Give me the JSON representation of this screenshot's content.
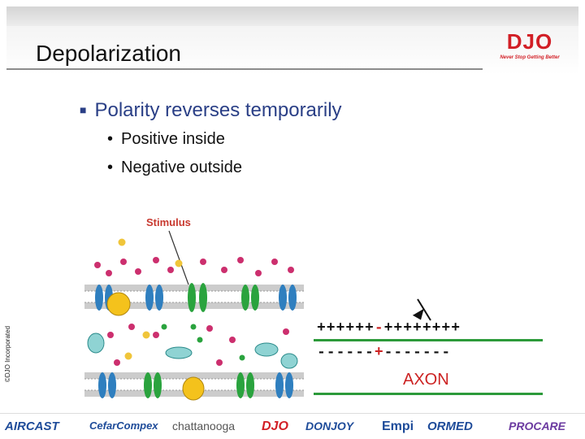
{
  "slide": {
    "title": "Depolarization",
    "bullets": [
      {
        "text": "Polarity reverses temporarily",
        "sub": [
          "Positive inside",
          "Negative outside"
        ]
      }
    ]
  },
  "logo": {
    "text": "DJO",
    "tagline": "Never Stop Getting Better"
  },
  "diagram": {
    "stimulus_label": "Stimulus",
    "axon_label": "AXON",
    "top_row_left": "++++++",
    "top_row_mid": "-",
    "top_row_right": "++++++++",
    "bottom_row_left": "------",
    "bottom_row_mid": "+",
    "bottom_row_right": "-------"
  },
  "copyright": "©DJO Incorporated",
  "footer": {
    "brands": [
      "AIRCAST",
      "CefarCompex",
      "chattanooga",
      "DJO",
      "DONJOY",
      "Empi",
      "ORMED",
      "PROCARE"
    ]
  },
  "colors": {
    "title_text": "#111111",
    "bullet_text": "#2a3f86",
    "brand_red": "#d21f26",
    "axon_line": "#2c9a3a",
    "axon_text": "#cc2222",
    "stimulus_text": "#c8392f"
  }
}
